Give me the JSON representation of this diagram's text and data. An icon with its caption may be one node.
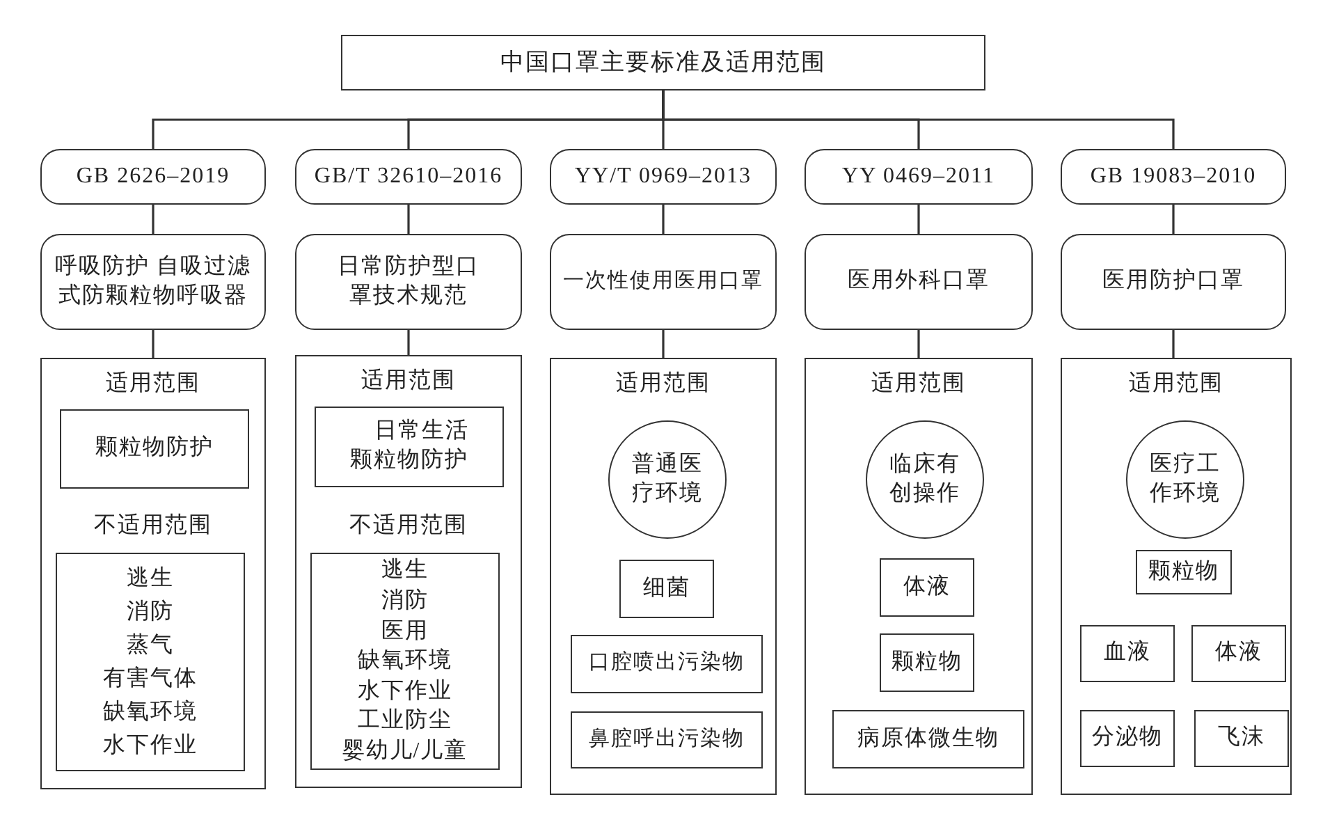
{
  "diagram": {
    "nodes": [
      {
        "text": [
          "中国口罩主要标准及适用范围"
        ]
      },
      {
        "text": [
          "GB 2626–2019"
        ]
      },
      {
        "text": [
          "GB/T 32610–2016"
        ]
      },
      {
        "text": [
          "YY/T 0969–2013"
        ]
      },
      {
        "text": [
          "YY 0469–2011"
        ]
      },
      {
        "text": [
          "GB 19083–2010"
        ]
      },
      {
        "text": [
          "呼吸防护 自吸过滤式防颗粒物呼吸器"
        ]
      },
      {
        "text": [
          "日常防护型口罩技术规范"
        ]
      },
      {
        "text": [
          "一次性使用医用口罩"
        ]
      },
      {
        "text": [
          "医用外科口罩"
        ]
      },
      {
        "text": [
          "医用防护口罩"
        ]
      },
      {
        "text": [
          "适用范围",
          "不适用范围"
        ]
      },
      {
        "text": [
          "颗粒物防护"
        ],
        "in": 11
      },
      {
        "text": [
          "逃生",
          "消防",
          "蒸气",
          "有害气体",
          "缺氧环境",
          "水下作业"
        ],
        "in": 11
      },
      {
        "text": [
          "适用范围",
          "不适用范围"
        ]
      },
      {
        "text": [
          "日常生活颗粒物防护"
        ],
        "in": 14
      },
      {
        "text": [
          "逃生",
          "消防",
          "医用",
          "缺氧环境",
          "水下作业",
          "工业防尘",
          "婴幼儿/儿童"
        ],
        "in": 14
      },
      {
        "text": [
          "适用范围"
        ]
      },
      {
        "text": [
          "普通医疗环境"
        ],
        "in": 17
      },
      {
        "text": [
          "细菌"
        ],
        "in": 17
      },
      {
        "text": [
          "口腔喷出污染物"
        ],
        "in": 17
      },
      {
        "text": [
          "鼻腔呼出污染物"
        ],
        "in": 17
      },
      {
        "text": [
          "适用范围"
        ]
      },
      {
        "text": [
          "临床有创操作"
        ],
        "in": 22
      },
      {
        "text": [
          "体液"
        ],
        "in": 22
      },
      {
        "text": [
          "颗粒物"
        ],
        "in": 22
      },
      {
        "text": [
          "病原体微生物"
        ],
        "in": 22
      },
      {
        "text": [
          "适用范围"
        ]
      },
      {
        "text": [
          "医疗工作环境"
        ],
        "in": 27
      },
      {
        "text": [
          "颗粒物"
        ],
        "in": 27
      },
      {
        "text": [
          "血液"
        ],
        "in": 27
      },
      {
        "text": [
          "体液"
        ],
        "in": 27
      },
      {
        "text": [
          "分泌物"
        ],
        "in": 27
      },
      {
        "text": [
          "飞沫"
        ],
        "in": 27
      }
    ],
    "edges": [
      {
        "from": 0,
        "to": 1,
        "arrow": "none"
      },
      {
        "from": 0,
        "to": 2,
        "arrow": "none"
      },
      {
        "from": 0,
        "to": 3,
        "arrow": "none"
      },
      {
        "from": 0,
        "to": 4,
        "arrow": "none"
      },
      {
        "from": 0,
        "to": 5,
        "arrow": "none"
      },
      {
        "from": 1,
        "to": 6,
        "arrow": "none"
      },
      {
        "from": 2,
        "to": 7,
        "arrow": "none"
      },
      {
        "from": 3,
        "to": 8,
        "arrow": "none"
      },
      {
        "from": 4,
        "to": 9,
        "arrow": "none"
      },
      {
        "from": 5,
        "to": 10,
        "arrow": "none"
      },
      {
        "from": 6,
        "to": 11,
        "arrow": "none"
      },
      {
        "from": 7,
        "to": 14,
        "arrow": "none"
      },
      {
        "from": 8,
        "to": 17,
        "arrow": "none"
      },
      {
        "from": 9,
        "to": 22,
        "arrow": "none"
      },
      {
        "from": 10,
        "to": 27,
        "arrow": "none"
      }
    ]
  }
}
